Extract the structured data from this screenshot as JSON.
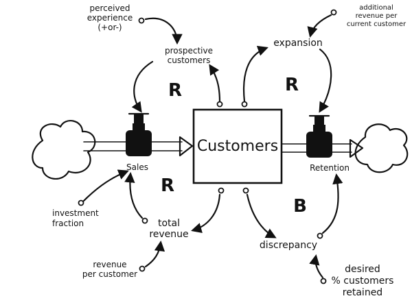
{
  "stock": {
    "label": "Customers"
  },
  "flows": {
    "inflow": {
      "label": "Sales"
    },
    "outflow": {
      "label": "Retention"
    }
  },
  "auxiliaries": {
    "perceived_experience": [
      "perceived",
      "experience",
      "(+or-)"
    ],
    "prospective_customers": [
      "prospective",
      "customers"
    ],
    "expansion": "expansion",
    "additional_revenue": [
      "additional",
      "revenue per",
      "current customer"
    ],
    "investment_fraction": [
      "investment",
      "fraction"
    ],
    "total_revenue": [
      "total",
      "revenue"
    ],
    "revenue_per_customer": [
      "revenue",
      "per customer"
    ],
    "discrepancy": "discrepancy",
    "desired_pct": [
      "desired",
      "% customers",
      "retained"
    ]
  },
  "loops": {
    "r_top_left": "R",
    "r_top_right": "R",
    "r_bottom_left": "R",
    "b_bottom_right": "B"
  }
}
